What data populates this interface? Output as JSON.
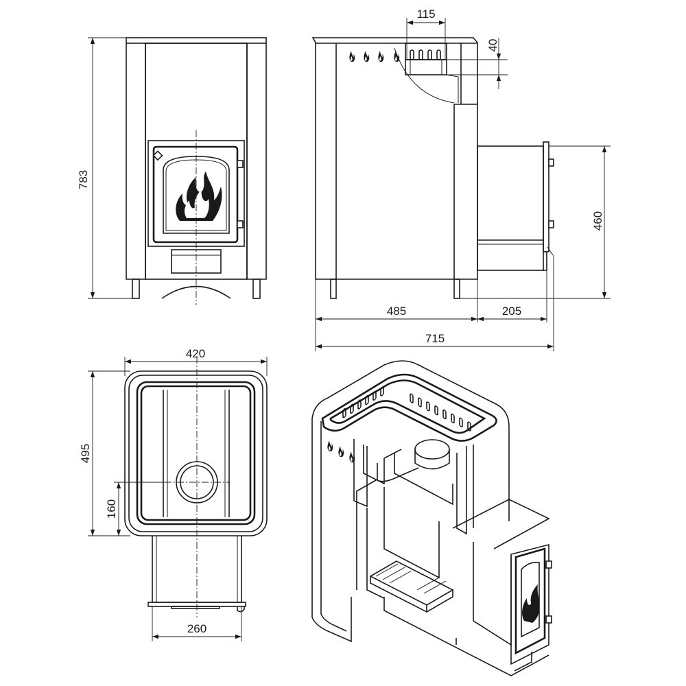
{
  "dimensions": {
    "height_front": "783",
    "chimney_width": "115",
    "chimney_height": "40",
    "tunnel_height": "460",
    "body_depth": "485",
    "tunnel_length": "205",
    "total_depth": "715",
    "top_width": "420",
    "top_depth": "495",
    "flue_offset": "160",
    "tunnel_width": "260"
  },
  "icons": {
    "flame": "flame-icon",
    "arrowhead": "dimension-arrow-icon"
  },
  "colors": {
    "line": "#1a1a1a",
    "background": "#ffffff"
  }
}
